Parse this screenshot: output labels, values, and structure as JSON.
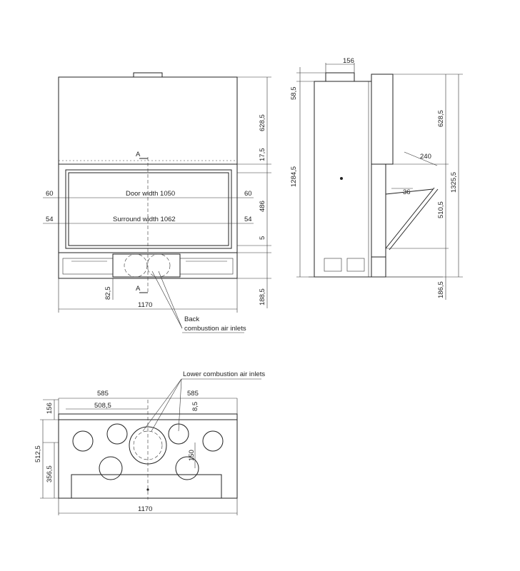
{
  "front": {
    "door_width": "Door width 1050",
    "surround_width": "Surround width 1062",
    "dim_top_height": "628,5",
    "dim_17": "17,5",
    "dim_486": "486",
    "dim_5": "5",
    "dim_1885": "188,5",
    "dim_60_left": "60",
    "dim_60_right": "60",
    "dim_54_left": "54",
    "dim_54_right": "54",
    "dim_825": "82,5",
    "dim_width": "1170",
    "section_top": "A",
    "section_bottom": "A",
    "callout_back_line1": "Back",
    "callout_back_line2": "combustion air inlets"
  },
  "side": {
    "dim_156": "156",
    "dim_585": "58,5",
    "dim_12845": "1284,5",
    "dim_6285": "628,5",
    "dim_13255": "1325,5",
    "dim_240": "240",
    "dim_36": "36",
    "dim_5105": "510,5",
    "dim_1865": "186,5"
  },
  "plan": {
    "callout_lower": "Lower combustion air inlets",
    "dim_585_left": "585",
    "dim_585_right": "585",
    "dim_5085": "508,5",
    "dim_85": "8,5",
    "dim_156": "156",
    "dim_5125": "512,5",
    "dim_3565": "356,5",
    "dim_150": "150",
    "dim_width": "1170"
  }
}
